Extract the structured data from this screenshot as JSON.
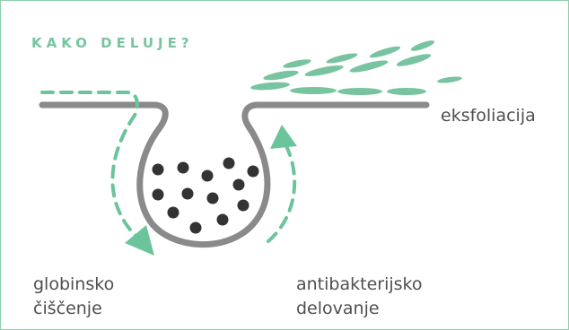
{
  "title": "KAKO DELUJE?",
  "labels": {
    "exfoliation": "eksfoliacija",
    "deep_cleansing": [
      "globinsko",
      "čiščenje"
    ],
    "antibacterial": [
      "antibakterijsko",
      "delovanje"
    ]
  },
  "colors": {
    "frame": "#8fcfae",
    "accent": "#79c4a0",
    "arrow": "#6cc49a",
    "skin_line": "#8a8a8a",
    "dots": "#333333",
    "text": "#4f4f4f"
  }
}
